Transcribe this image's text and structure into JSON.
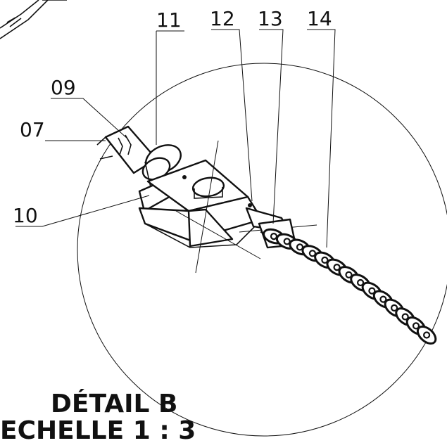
{
  "callouts": {
    "c07": "07",
    "c09": "09",
    "c10": "10",
    "c11": "11",
    "c12": "12",
    "c13": "13",
    "c14": "14"
  },
  "title": {
    "line1": "DÉTAIL B",
    "line2": "ECHELLE 1 : 3"
  }
}
